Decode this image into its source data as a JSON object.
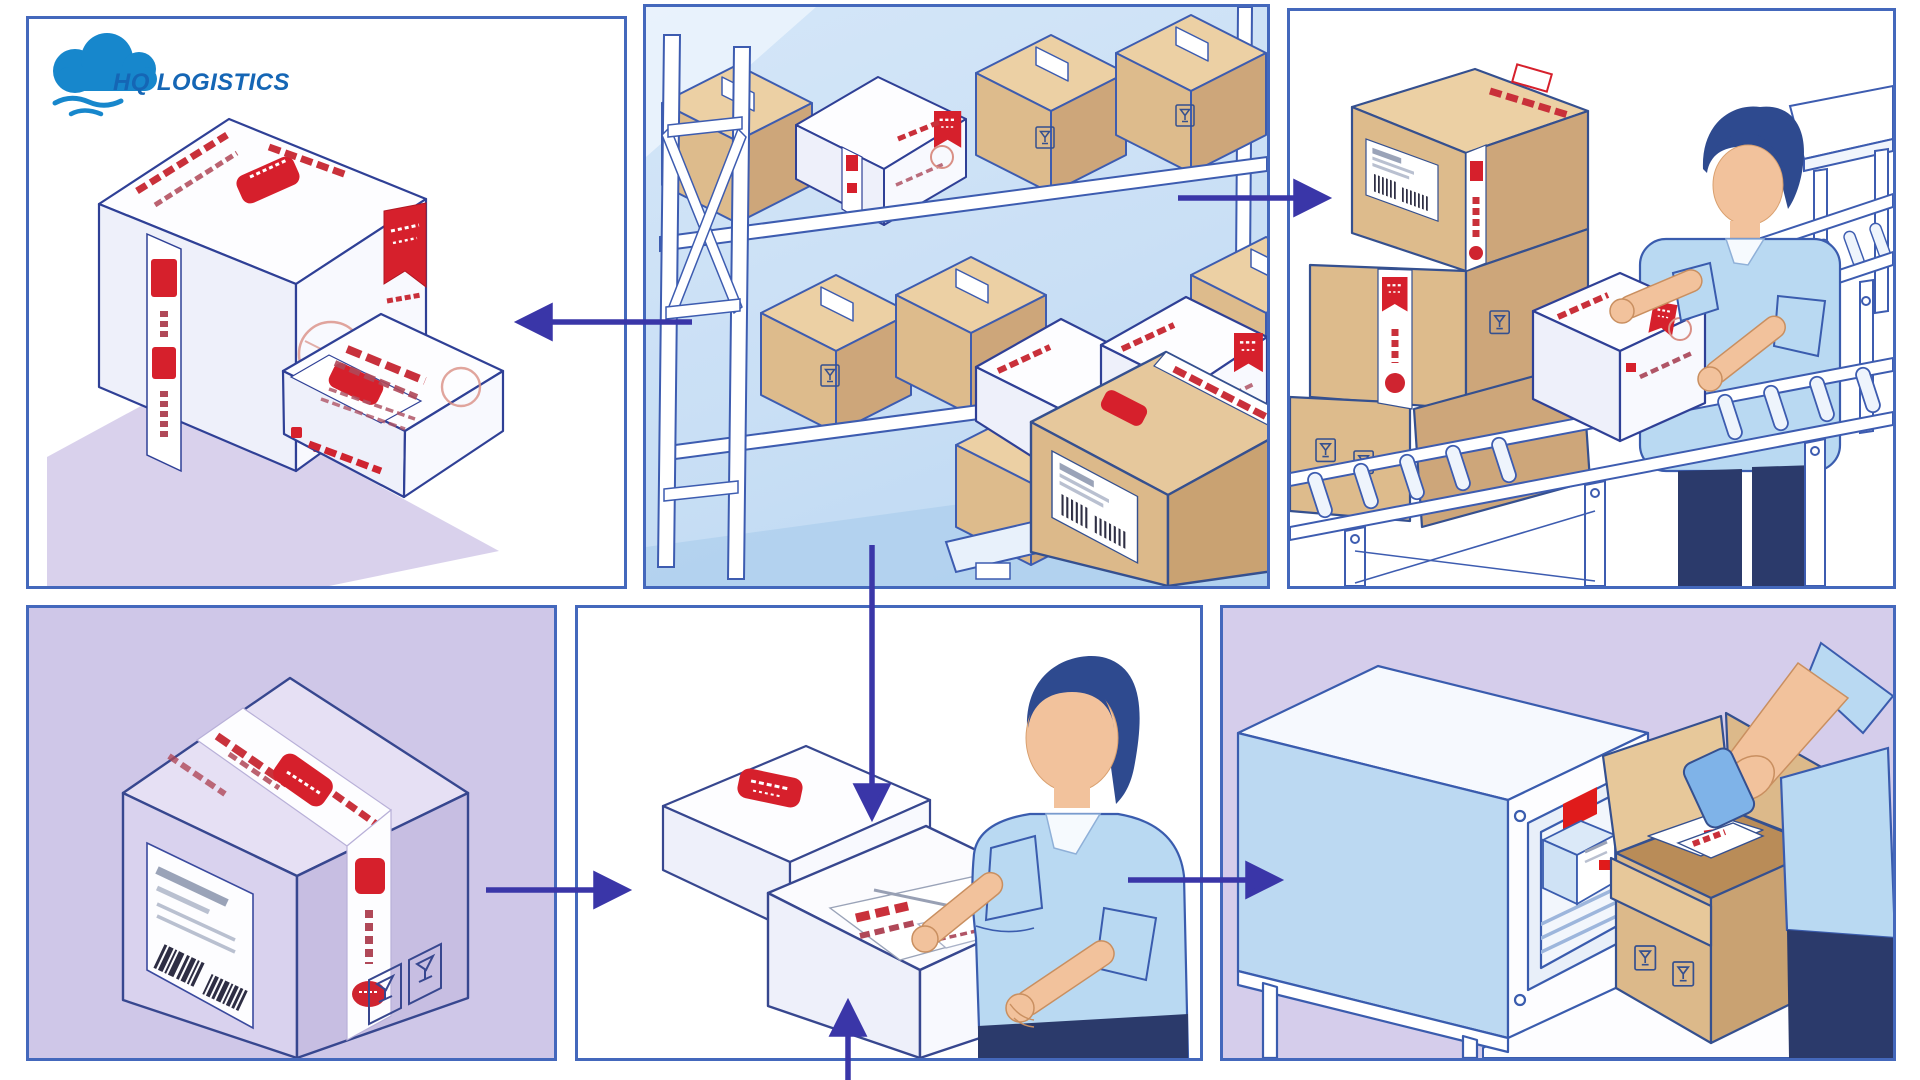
{
  "logo": {
    "text": "HQ LOGISTICS",
    "cloud_color": "#1787cc",
    "text_color": "#1566b5"
  },
  "panels": [
    {
      "id": "labeled-packages",
      "position": "top-left",
      "background": "#ffffff",
      "content": "two white cartons with red labels and seals"
    },
    {
      "id": "warehouse-shelves",
      "position": "top-center",
      "background": "#c9dff5",
      "content": "pallet rack with brown cartons, white labeled boxes and foreground parcel with barcode label"
    },
    {
      "id": "conveyor-picking",
      "position": "top-right",
      "background": "#ffffff",
      "content": "worker picking white labeled box from roller conveyor beside stacked brown cartons"
    },
    {
      "id": "sealed-box",
      "position": "bottom-left",
      "background": "#cfc7e8",
      "content": "large taped carton with shipping label, red seal tape and fragile icons"
    },
    {
      "id": "box-handling",
      "position": "bottom-center",
      "background": "#ffffff",
      "content": "worker holding white carton with shipping label, second flat box behind"
    },
    {
      "id": "label-scanning",
      "position": "bottom-right",
      "background": "#d5cdeb",
      "content": "scanner tunnel machine with box inside and worker placing scanner into open carton"
    }
  ],
  "arrows": [
    {
      "from": "warehouse-shelves",
      "to": "labeled-packages",
      "direction": "left"
    },
    {
      "from": "warehouse-shelves",
      "to": "conveyor-picking",
      "direction": "right"
    },
    {
      "from": "warehouse-shelves",
      "to": "box-handling",
      "direction": "down"
    },
    {
      "from": "sealed-box",
      "to": "box-handling",
      "direction": "right"
    },
    {
      "from": "box-handling",
      "to": "label-scanning",
      "direction": "right"
    },
    {
      "from": "bottom-edge",
      "to": "box-handling",
      "direction": "up"
    }
  ],
  "colors": {
    "panel_border": "#4468bc",
    "arrow": "#3a36a8",
    "outline_blue": "#3d5cb0",
    "label_red": "#d6202c",
    "carton_light": "#ecd0a4",
    "carton_mid": "#ddbb8c",
    "carton_dark": "#cda67a",
    "shirt_blue": "#b9d9f2",
    "hair_navy": "#2e4a8f",
    "skin": "#f2c29c",
    "pants_navy": "#2b3a6b",
    "lavender_bg": "#cfc7e8",
    "blue_bg": "#c9dff5"
  }
}
